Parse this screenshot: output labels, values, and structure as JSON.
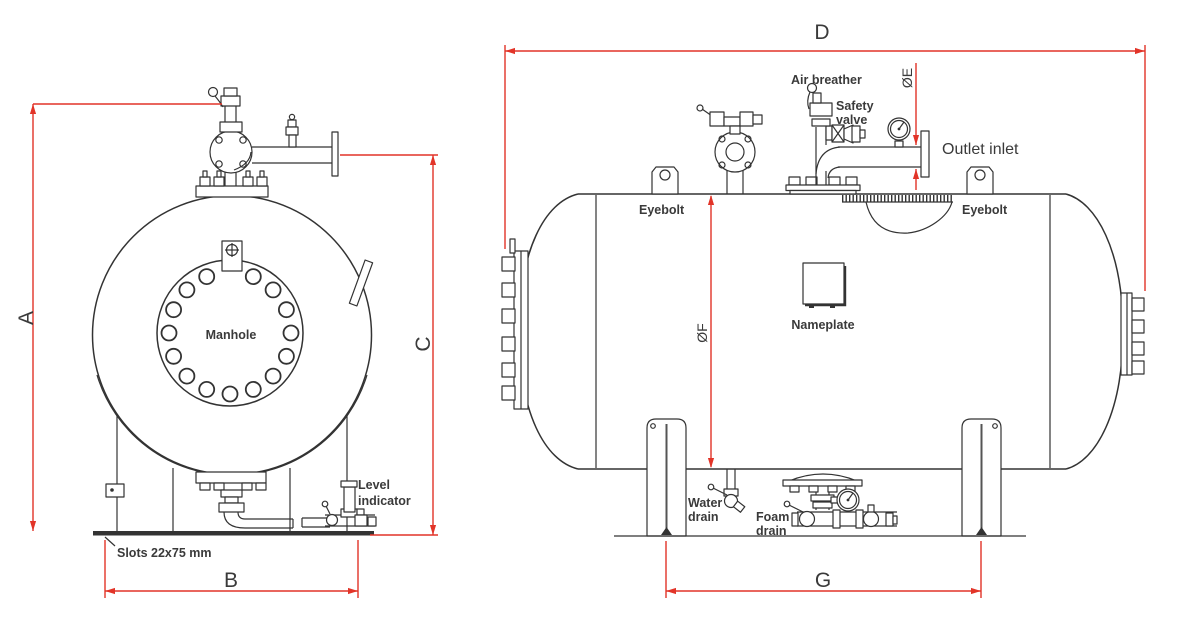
{
  "colors": {
    "line": "#333333",
    "dimension": "#e23428",
    "text": "#3a3a3a",
    "background": "#ffffff"
  },
  "end_view": {
    "labels": {
      "manhole": "Manhole",
      "level_indicator_lines": [
        "Level",
        "indicator"
      ],
      "slots": "Slots 22x75 mm"
    },
    "dimensions": {
      "a": "A",
      "b": "B",
      "c": "C"
    }
  },
  "side_view": {
    "labels": {
      "air_breather": "Air breather",
      "safety_valve_lines": [
        "Safety",
        "valve"
      ],
      "outlet_inlet": "Outlet inlet",
      "eyebolt_left": "Eyebolt",
      "eyebolt_right": "Eyebolt",
      "nameplate": "Nameplate",
      "water_drain_lines": [
        "Water",
        "drain"
      ],
      "foam_drain_lines": [
        "Foam",
        "drain"
      ]
    },
    "dimensions": {
      "d": "D",
      "e": "ØE",
      "f": "ØF",
      "g": "G"
    }
  }
}
